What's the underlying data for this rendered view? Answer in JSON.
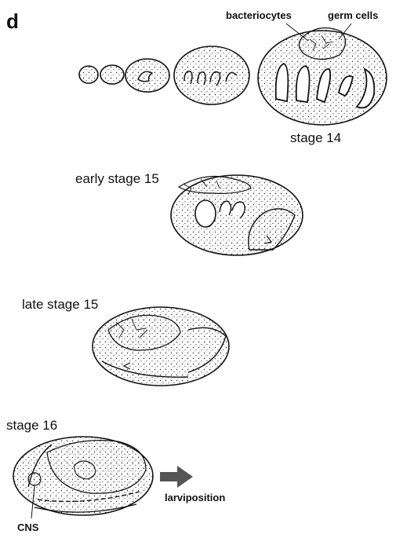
{
  "figure": {
    "panel_letter": "d",
    "labels": {
      "bacteriocytes": "bacteriocytes",
      "germ_cells": "germ cells",
      "stage_14": "stage 14",
      "early_stage_15": "early stage 15",
      "late_stage_15": "late stage 15",
      "stage_16": "stage 16",
      "larviposition": "larviposition",
      "cns": "CNS"
    },
    "colors": {
      "ink": "#111111",
      "arrow": "#555555",
      "background": "#ffffff"
    }
  }
}
